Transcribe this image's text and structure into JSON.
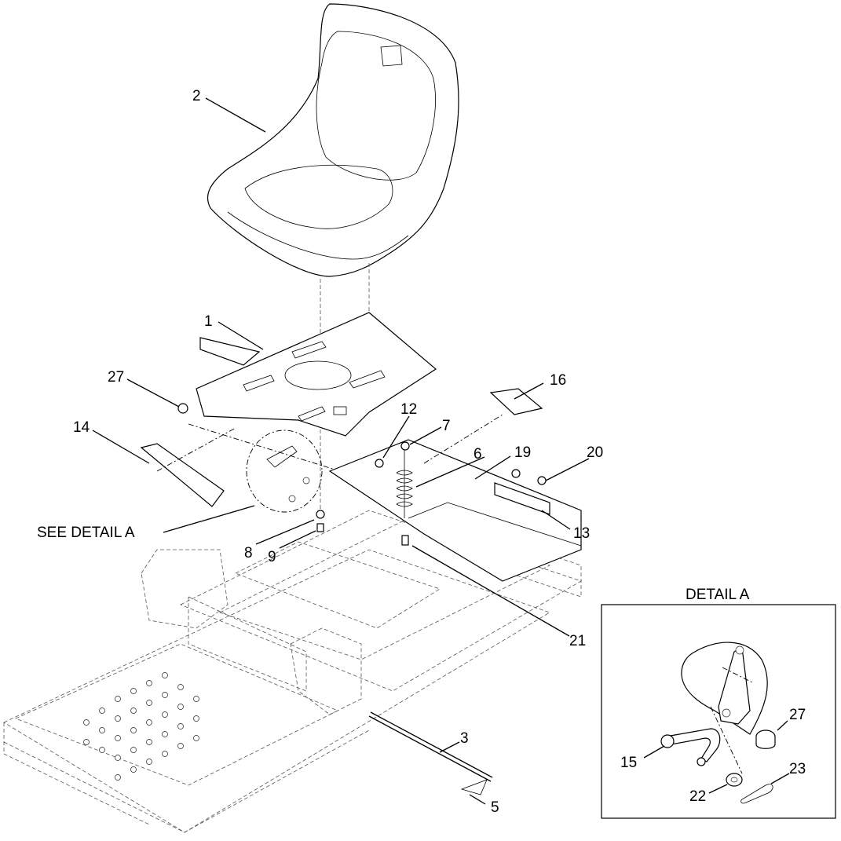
{
  "callouts": {
    "c1": "1",
    "c2": "2",
    "c3": "3",
    "c5": "5",
    "c6": "6",
    "c7": "7",
    "c8": "8",
    "c9": "9",
    "c12": "12",
    "c13": "13",
    "c14": "14",
    "c16": "16",
    "c19": "19",
    "c20": "20",
    "c21": "21",
    "c27": "27"
  },
  "see_detail": "SEE DETAIL  A",
  "detail": {
    "title": "DETAIL A",
    "c15": "15",
    "c22": "22",
    "c23": "23",
    "c27": "27"
  }
}
